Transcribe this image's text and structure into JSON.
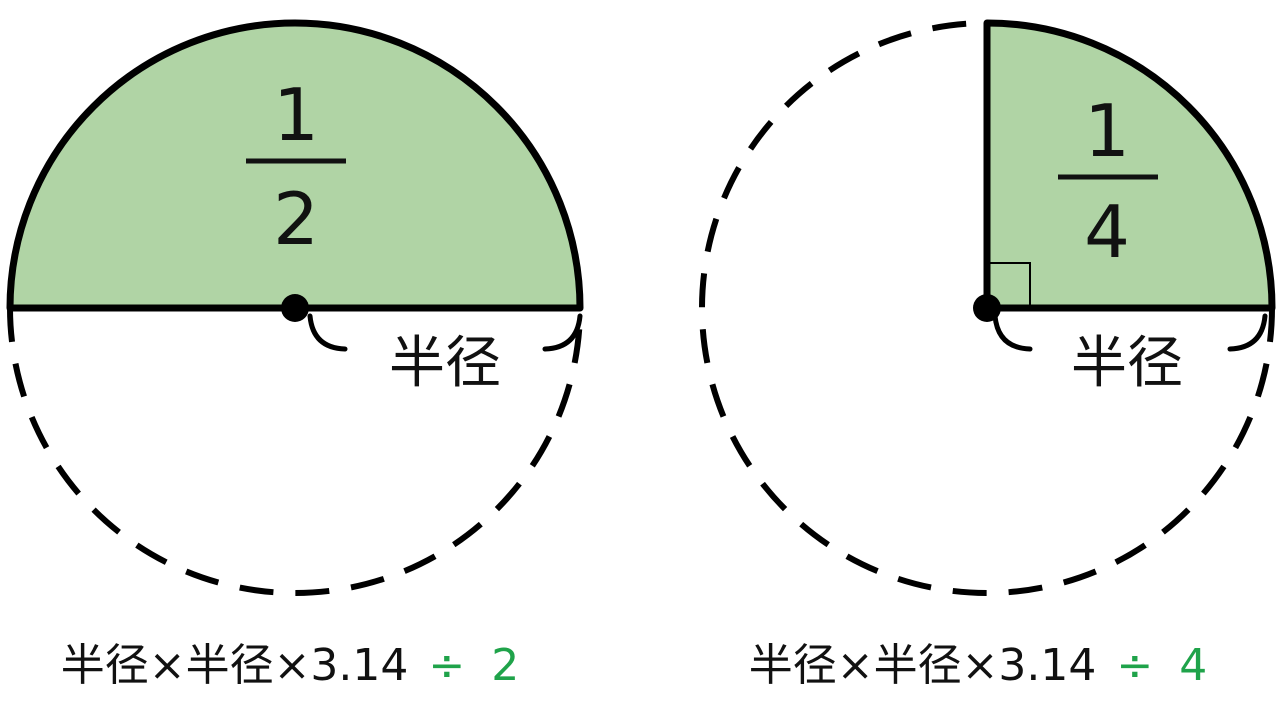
{
  "colors": {
    "fill": "#b0d4a5",
    "accent": "#1fa34a"
  },
  "left": {
    "fraction": {
      "numerator": "1",
      "denominator": "2"
    },
    "radius_label": "半径",
    "formula": {
      "main": "半径×半径×3.14",
      "op": "÷",
      "divisor": "2"
    }
  },
  "right": {
    "fraction": {
      "numerator": "1",
      "denominator": "4"
    },
    "radius_label": "半径",
    "formula": {
      "main": "半径×半径×3.14",
      "op": "÷",
      "divisor": "4"
    }
  }
}
